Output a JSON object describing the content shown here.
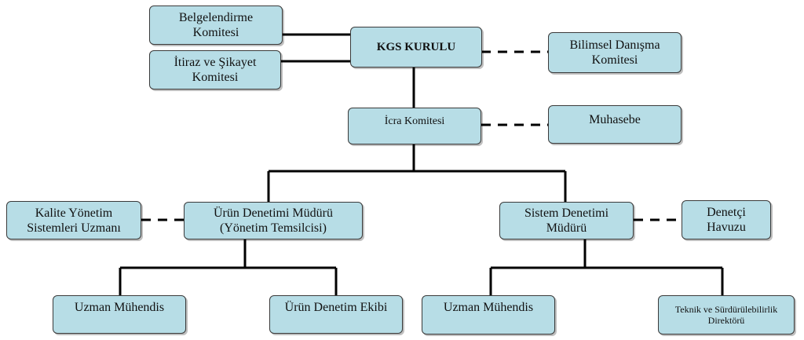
{
  "nodes": {
    "kgs": "KGS KURULU",
    "belgelendirme": "Belgelendirme\nKomitesi",
    "itiraz": "İtiraz ve Şikayet\nKomitesi",
    "bilimsel": "Bilimsel Danışma\nKomitesi",
    "icra": "İcra Komitesi",
    "muhasebe": "Muhasebe",
    "kalite": "Kalite Yönetim\nSistemleri Uzmanı",
    "urun_mudur": "Ürün Denetimi Müdürü\n(Yönetim Temsilcisi)",
    "sistem_mudur": "Sistem Denetimi\nMüdürü",
    "denetci": "Denetçi\nHavuzu",
    "uzman1": "Uzman Mühendis",
    "urun_ekip": "Ürün Denetim Ekibi",
    "uzman2": "Uzman Mühendis",
    "teknik": "Teknik ve Sürdürülebilirlik\nDirektörü"
  },
  "colors": {
    "box_fill": "#b7dde6",
    "line": "#000000"
  }
}
